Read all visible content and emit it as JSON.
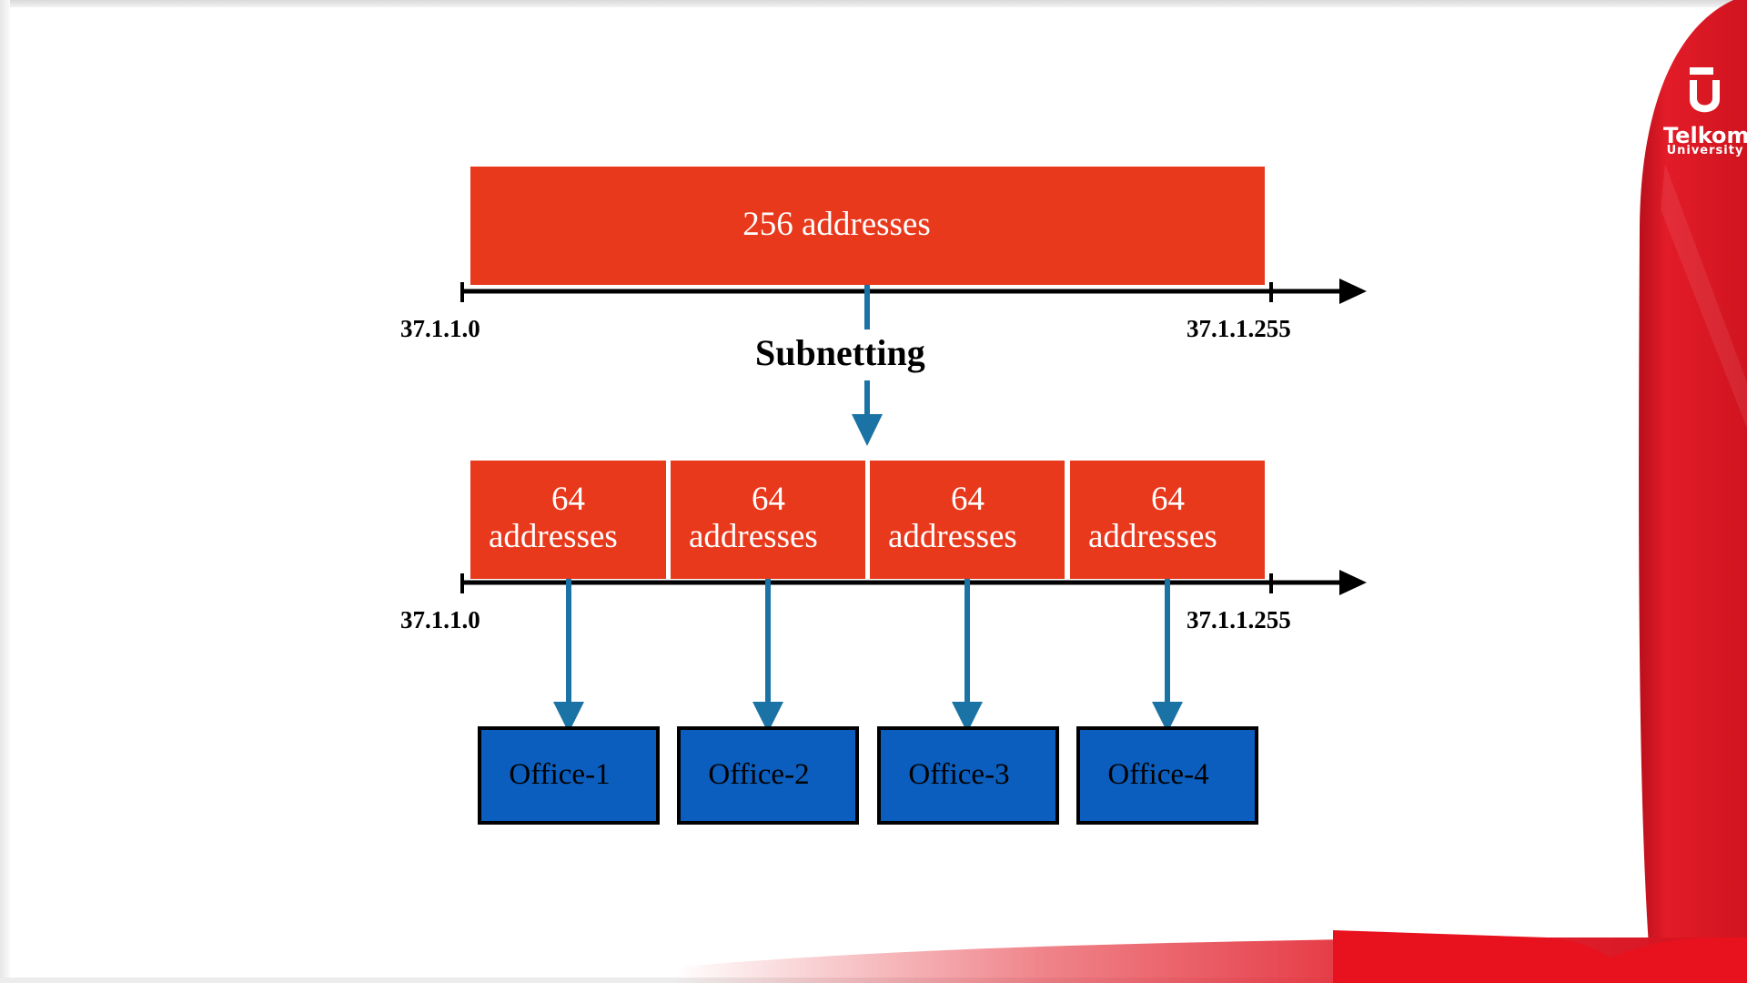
{
  "big_block": {
    "label": "256 addresses"
  },
  "range_top": {
    "start": "37.1.1.0",
    "end": "37.1.1.255"
  },
  "process_label": "Subnetting",
  "subnet_blocks": [
    {
      "line1": "64",
      "line2": "addresses"
    },
    {
      "line1": "64",
      "line2": "addresses"
    },
    {
      "line1": "64",
      "line2": "addresses"
    },
    {
      "line1": "64",
      "line2": "addresses"
    }
  ],
  "range_bottom": {
    "start": "37.1.1.0",
    "end": "37.1.1.255"
  },
  "offices": [
    "Office-1",
    "Office-2",
    "Office-3",
    "Office-4"
  ],
  "brand": {
    "name": "Telkom",
    "subtitle": "University"
  },
  "colors": {
    "address_block": "#e8391c",
    "office_box": "#0b5ebd",
    "arrow": "#1a73a4",
    "brand_red": "#e21c28",
    "axis": "#000000"
  }
}
